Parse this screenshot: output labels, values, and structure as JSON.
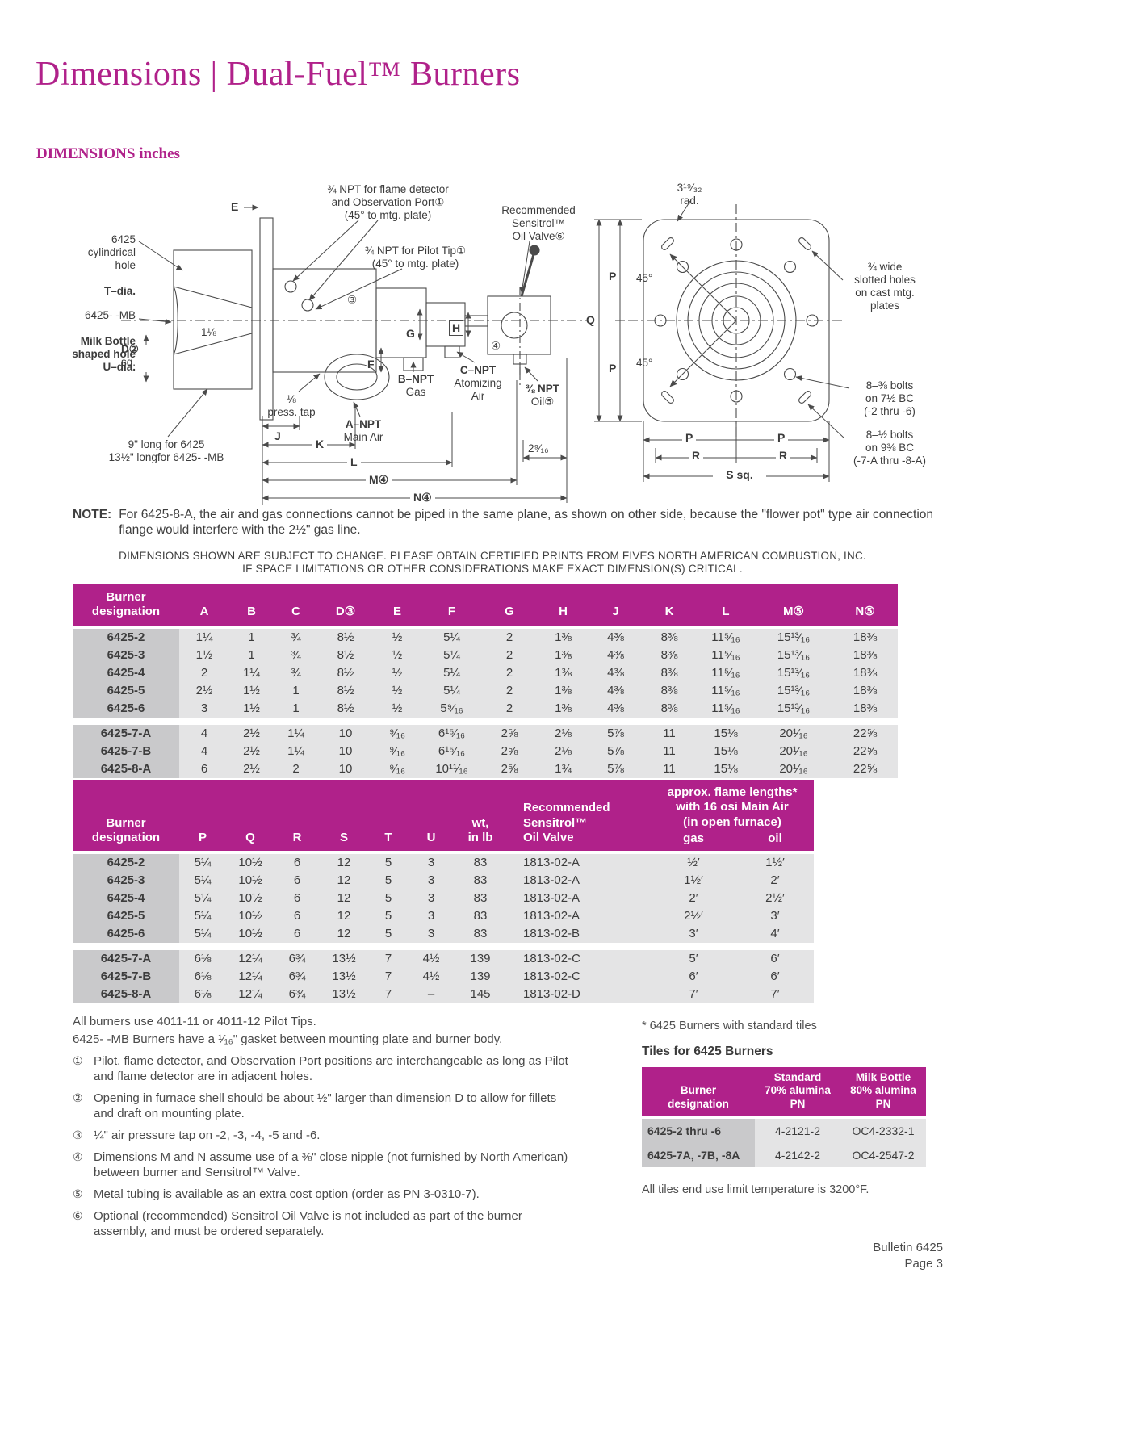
{
  "page_title": "Dimensions | Dual-Fuel™ Burners",
  "section_title": "DIMENSIONS inches",
  "colors": {
    "brand_magenta": "#b0218a",
    "table_body_gray": "#e4e4e5",
    "designation_gray": "#c9c9cb"
  },
  "note": {
    "label": "NOTE:",
    "text": "For 6425-8-A, the air and gas connections cannot be piped in the same plane, as shown on other side, because the \"flower pot\" type air connection flange would interfere with the 2½\" gas line."
  },
  "disclaimer": "DIMENSIONS SHOWN ARE SUBJECT TO CHANGE. PLEASE OBTAIN CERTIFIED PRINTS FROM FIVES NORTH AMERICAN COMBUSTION, INC.\nIF SPACE LIMITATIONS OR OTHER CONSIDERATIONS MAKE EXACT DIMENSION(S) CRITICAL.",
  "t1": {
    "headers": [
      "Burner\ndesignation",
      "A",
      "B",
      "C",
      "D③",
      "E",
      "F",
      "G",
      "H",
      "J",
      "K",
      "L",
      "M⑤",
      "N⑤"
    ],
    "rows": [
      {
        "cells": [
          "6425-2",
          "1¼",
          "1",
          "¾",
          "8½",
          "½",
          "5¼",
          "2",
          "1⅜",
          "4⅜",
          "8⅜",
          "11⁵⁄₁₆",
          "15¹³⁄₁₆",
          "18⅜"
        ]
      },
      {
        "cells": [
          "6425-3",
          "1½",
          "1",
          "¾",
          "8½",
          "½",
          "5¼",
          "2",
          "1⅜",
          "4⅜",
          "8⅜",
          "11⁵⁄₁₆",
          "15¹³⁄₁₆",
          "18⅜"
        ]
      },
      {
        "cells": [
          "6425-4",
          "2",
          "1¼",
          "¾",
          "8½",
          "½",
          "5¼",
          "2",
          "1⅜",
          "4⅜",
          "8⅜",
          "11⁵⁄₁₆",
          "15¹³⁄₁₆",
          "18⅜"
        ]
      },
      {
        "cells": [
          "6425-5",
          "2½",
          "1½",
          "1",
          "8½",
          "½",
          "5¼",
          "2",
          "1⅜",
          "4⅜",
          "8⅜",
          "11⁵⁄₁₆",
          "15¹³⁄₁₆",
          "18⅜"
        ]
      },
      {
        "cells": [
          "6425-6",
          "3",
          "1½",
          "1",
          "8½",
          "½",
          "5⁹⁄₁₆",
          "2",
          "1⅜",
          "4⅜",
          "8⅜",
          "11⁵⁄₁₆",
          "15¹³⁄₁₆",
          "18⅜"
        ]
      },
      {
        "spacer": true
      },
      {
        "cells": [
          "6425-7-A",
          "4",
          "2½",
          "1¼",
          "10",
          "⁹⁄₁₆",
          "6¹⁵⁄₁₆",
          "2⅝",
          "2⅛",
          "5⅞",
          "11",
          "15⅛",
          "20¹⁄₁₆",
          "22⅝"
        ]
      },
      {
        "cells": [
          "6425-7-B",
          "4",
          "2½",
          "1¼",
          "10",
          "⁹⁄₁₆",
          "6¹⁵⁄₁₆",
          "2⅝",
          "2⅛",
          "5⅞",
          "11",
          "15⅛",
          "20¹⁄₁₆",
          "22⅝"
        ]
      },
      {
        "cells": [
          "6425-8-A",
          "6",
          "2½",
          "2",
          "10",
          "⁹⁄₁₆",
          "10¹¹⁄₁₆",
          "2⅝",
          "1¾",
          "5⅞",
          "11",
          "15⅛",
          "20¹⁄₁₆",
          "22⅝"
        ]
      }
    ]
  },
  "t2": {
    "headers": {
      "designation": "Burner\ndesignation",
      "p": "P",
      "q": "Q",
      "r": "R",
      "s": "S",
      "t": "T",
      "u": "U",
      "wt": "wt,\nin lb",
      "valve": "Recommended\nSensitrol™\nOil Valve",
      "flame": "approx. flame lengths*\nwith 16 osi Main Air\n(in open furnace)",
      "gas": "gas",
      "oil": "oil"
    },
    "rows": [
      {
        "cells": [
          "6425-2",
          "5¼",
          "10½",
          "6",
          "12",
          "5",
          "3",
          "83",
          "1813-02-A",
          "½′",
          "1½′"
        ]
      },
      {
        "cells": [
          "6425-3",
          "5¼",
          "10½",
          "6",
          "12",
          "5",
          "3",
          "83",
          "1813-02-A",
          "1½′",
          "2′"
        ]
      },
      {
        "cells": [
          "6425-4",
          "5¼",
          "10½",
          "6",
          "12",
          "5",
          "3",
          "83",
          "1813-02-A",
          "2′",
          "2½′"
        ]
      },
      {
        "cells": [
          "6425-5",
          "5¼",
          "10½",
          "6",
          "12",
          "5",
          "3",
          "83",
          "1813-02-A",
          "2½′",
          "3′"
        ]
      },
      {
        "cells": [
          "6425-6",
          "5¼",
          "10½",
          "6",
          "12",
          "5",
          "3",
          "83",
          "1813-02-B",
          "3′",
          "4′"
        ]
      },
      {
        "spacer": true
      },
      {
        "cells": [
          "6425-7-A",
          "6⅛",
          "12¼",
          "6¾",
          "13½",
          "7",
          "4½",
          "139",
          "1813-02-C",
          "5′",
          "6′"
        ]
      },
      {
        "cells": [
          "6425-7-B",
          "6⅛",
          "12¼",
          "6¾",
          "13½",
          "7",
          "4½",
          "139",
          "1813-02-C",
          "6′",
          "6′"
        ]
      },
      {
        "cells": [
          "6425-8-A",
          "6⅛",
          "12¼",
          "6¾",
          "13½",
          "7",
          "–",
          "145",
          "1813-02-D",
          "7′",
          "7′"
        ]
      }
    ]
  },
  "footnotes": {
    "pre": [
      "All burners use 4011-11 or 4011-12 Pilot Tips.",
      "6425- -MB Burners have a ¹⁄₁₆\" gasket between mounting plate and burner body."
    ],
    "items": [
      {
        "mark": "①",
        "text": "Pilot, flame detector, and Observation Port positions are interchangeable as long as Pilot and flame detector are in adjacent holes."
      },
      {
        "mark": "②",
        "text": "Opening in furnace shell should be about ½\" larger than dimension D to allow for fillets and draft on mounting plate."
      },
      {
        "mark": "③",
        "text": "¼\" air pressure tap on -2, -3, -4, -5 and -6."
      },
      {
        "mark": "④",
        "text": "Dimensions M and N assume use of a ⅜\" close nipple (not furnished by North American) between burner and Sensitrol™ Valve."
      },
      {
        "mark": "⑤",
        "text": "Metal tubing is available as an extra cost option (order as PN 3-0310-7)."
      },
      {
        "mark": "⑥",
        "text": "Optional (recommended) Sensitrol Oil Valve is not included as part of the burner assembly, and must be ordered separately."
      }
    ]
  },
  "tiles": {
    "star_note": "* 6425 Burners with standard tiles",
    "title": "Tiles for 6425 Burners",
    "headers": [
      "Burner\ndesignation",
      "Standard\n70% alumina\nPN",
      "Milk Bottle\n80% alumina\nPN"
    ],
    "rows": [
      {
        "cells": [
          "6425-2 thru -6",
          "4-2121-2",
          "OC4-2332-1"
        ]
      },
      {
        "cells": [
          "6425-7A, -7B, -8A",
          "4-2142-2",
          "OC4-2547-2"
        ]
      }
    ],
    "temp_note": "All tiles end use limit temperature is 3200°F."
  },
  "footer": {
    "bulletin": "Bulletin 6425",
    "page": "Page 3"
  },
  "drawing": {
    "flame_detector_note": "¾ NPT for flame detector\nand Observation Port①\n(45° to mtg. plate)",
    "pilot_tip_note": "¾ NPT for Pilot Tip①\n(45° to mtg. plate)",
    "sensitrol_note": "Recommended\nSensitrol™\nOil Valve⑥",
    "radius_note": "3¹⁹⁄₃₂\nrad.",
    "t_hole": {
      "top": "6425\ncylindrical\nhole",
      "dia": "T–dia."
    },
    "u_hole": {
      "top": "6425- -MB",
      "rest": "Milk Bottle\nshaped hole\nU–dia."
    },
    "slotted_holes_note": "¾ wide\nslotted holes\non cast mtg.\nplates",
    "bolts_38_note": "8–⅜ bolts\non 7½ BC\n(-2 thru -6)",
    "bolts_12_note": "8–½ bolts\non 9⅜ BC\n(-7-A thru -8-A)",
    "nine_long_note": "9\" long for 6425\n13½\" longfor 6425- -MB",
    "press_tap": "⅛\npress. tap",
    "a_npt": "A–NPT\nMain Air",
    "b_npt": "B–NPT\nGas",
    "c_npt": "C–NPT\nAtomizing\nAir",
    "oil_npt": "⅜ NPT\nOil⑤",
    "d_sq": "D②\nsq.",
    "one_eighth": "1⅛",
    "two_nine_sixteenth": "2⁹⁄₁₆",
    "e": "E",
    "f": "F",
    "g": "G",
    "h": "H",
    "j": "J",
    "k": "K",
    "l": "L",
    "m": "M④",
    "n": "N④",
    "p": "P",
    "q": "Q",
    "r": "R",
    "s_sq": "S sq.",
    "deg45": "45°",
    "circ3": "③",
    "circ4": "④"
  }
}
